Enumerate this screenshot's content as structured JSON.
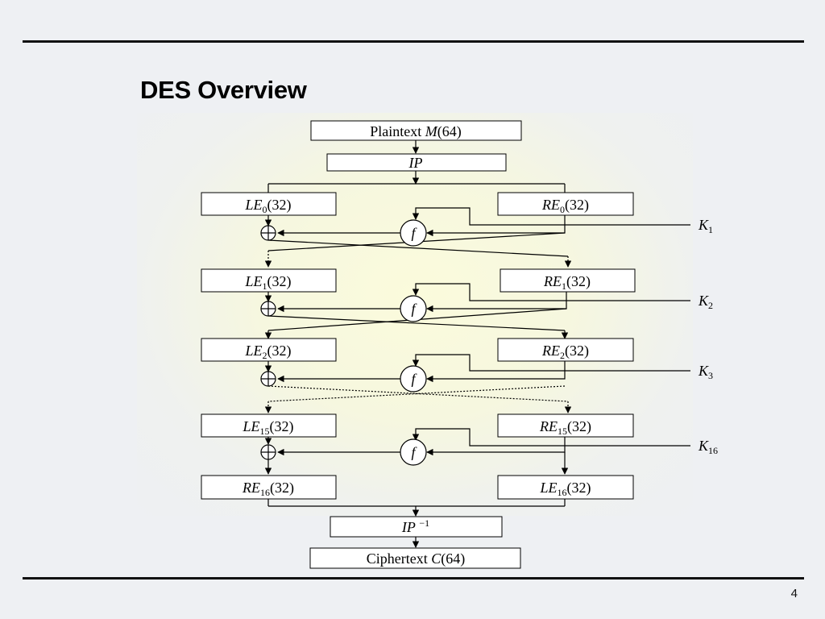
{
  "slide": {
    "title": "DES Overview",
    "page_number": "4"
  },
  "diagram": {
    "plaintext": {
      "word": "Plaintext",
      "var": "M",
      "size": "(64)"
    },
    "ip": {
      "main": "IP",
      "exp": ""
    },
    "ip_inverse": {
      "main": "IP",
      "exp": "−1"
    },
    "ciphertext": {
      "word": "Ciphertext",
      "var": "C",
      "size": "(64)"
    },
    "f_label": "f",
    "left_boxes": [
      {
        "main": "LE",
        "sub": "0",
        "size": "(32)"
      },
      {
        "main": "LE",
        "sub": "1",
        "size": "(32)"
      },
      {
        "main": "LE",
        "sub": "2",
        "size": "(32)"
      },
      {
        "main": "LE",
        "sub": "15",
        "size": "(32)"
      },
      {
        "main": "RE",
        "sub": "16",
        "size": "(32)"
      }
    ],
    "right_boxes": [
      {
        "main": "RE",
        "sub": "0",
        "size": "(32)"
      },
      {
        "main": "RE",
        "sub": "1",
        "size": "(32)"
      },
      {
        "main": "RE",
        "sub": "2",
        "size": "(32)"
      },
      {
        "main": "RE",
        "sub": "15",
        "size": "(32)"
      },
      {
        "main": "LE",
        "sub": "16",
        "size": "(32)"
      }
    ],
    "keys": [
      {
        "main": "K",
        "sub": "1"
      },
      {
        "main": "K",
        "sub": "2"
      },
      {
        "main": "K",
        "sub": "3"
      },
      {
        "main": "K",
        "sub": "16"
      }
    ]
  }
}
